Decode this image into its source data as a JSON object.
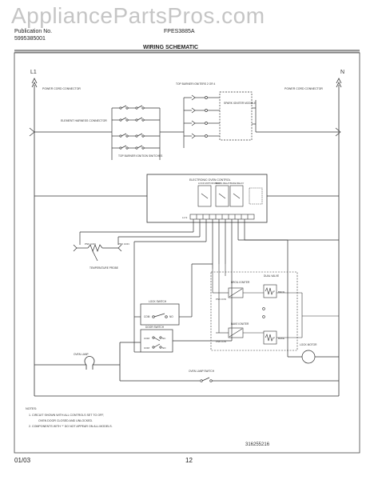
{
  "watermark": "AppliancePartsPros.com",
  "header": {
    "pub_line": "Publication No.",
    "pub_number": "5995385001",
    "model_fragment": "FPES3885A",
    "section_title": "WIRING SCHEMATIC"
  },
  "lines": {
    "l1": "L1",
    "n": "N"
  },
  "labels": {
    "power_cord_left": "POWER CORD CONNECTOR",
    "power_cord_right": "POWER CORD CONNECTOR",
    "element_harness": "ELEMENT HARNESS CONNECTOR",
    "top_burner_switches": "TOP BURNER IGNITION SWITCHES",
    "top_burner_igniters": "TOP BURNER IGNITERS 2 OR 4",
    "spark_module": "SPARK IGNITER MODULE",
    "eoc": "ELECTRONIC OVEN CONTROL",
    "relay_a": "LOCK MOTOR RELAY",
    "relay_b": "BROIL RELAY",
    "relay_c": "BAKE RELAY",
    "lock_switch": "LOCK SWITCH",
    "com": "COM",
    "no": "NO",
    "nc": "NC",
    "door_switch": "DOOR SWITCH",
    "oven_lamp": "OVEN LAMP",
    "oven_lamp_switch": "OVEN LAMP SWITCH",
    "temp_probe": "TEMPERATURE PROBE",
    "pnk_con": "PNK CON",
    "broil_igniter": "BROIL IGNITER",
    "bake_igniter": "BAKE IGNITER",
    "dual_valve": "DUAL VALVE",
    "broil": "BROIL",
    "bake": "BAKE",
    "lock_motor": "LOCK MOTOR",
    "terminals": "L1 N"
  },
  "notes": {
    "heading": "NOTES:",
    "n1": "1.  CIRCUIT SHOWN WITH ALL CONTROLS SET TO OFF,",
    "n1b": "OVEN DOOR CLOSED AND UNLOCKED.",
    "n2": "2.  COMPONENTS WITH '*' DO NOT APPEAR ON ALL MODELS."
  },
  "part_number": "316255216",
  "footer": {
    "date": "01/03",
    "page": "12"
  }
}
